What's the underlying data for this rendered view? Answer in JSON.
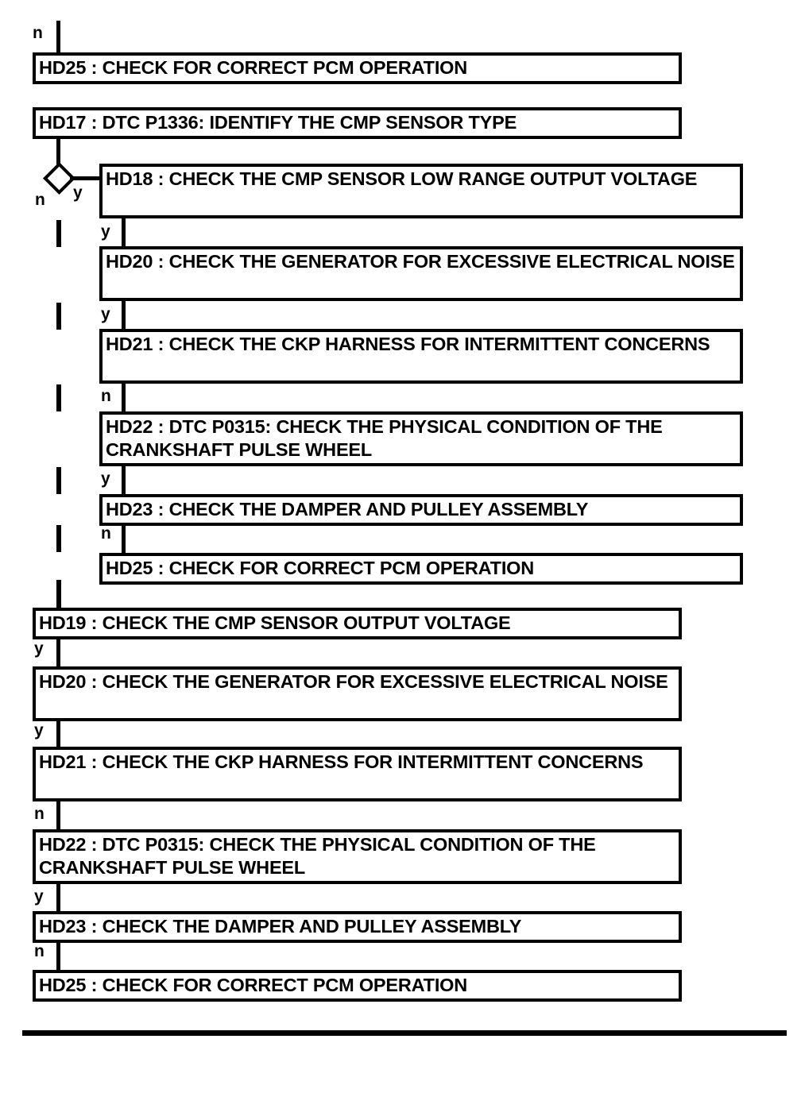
{
  "diagram": {
    "title": "PCM / CMP / CKP diagnostic flowchart",
    "ink_color": "#000000",
    "background_color": "#ffffff",
    "top_label": "n",
    "decision": {
      "no_label": "n",
      "yes_label": "y"
    },
    "nodes": {
      "hd25_top": "HD25 : CHECK FOR CORRECT PCM OPERATION",
      "hd17": "HD17 : DTC P1336: IDENTIFY THE CMP SENSOR TYPE",
      "hd18": "HD18 : CHECK THE CMP SENSOR LOW RANGE OUTPUT VOLTAGE",
      "hd20_a": "HD20 : CHECK THE GENERATOR FOR EXCESSIVE ELECTRICAL NOISE",
      "hd21_a": "HD21 : CHECK THE CKP HARNESS FOR INTERMITTENT CONCERNS",
      "hd22_a": "HD22 : DTC P0315: CHECK THE PHYSICAL CONDITION OF THE CRANKSHAFT PULSE WHEEL",
      "hd23_a": "HD23 : CHECK THE DAMPER AND PULLEY ASSEMBLY",
      "hd25_a": "HD25 : CHECK FOR CORRECT PCM OPERATION",
      "hd19": "HD19 : CHECK THE CMP SENSOR OUTPUT VOLTAGE",
      "hd20_b": "HD20 : CHECK THE GENERATOR FOR EXCESSIVE ELECTRICAL NOISE",
      "hd21_b": "HD21 : CHECK THE CKP HARNESS FOR INTERMITTENT CONCERNS",
      "hd22_b": "HD22 : DTC P0315: CHECK THE PHYSICAL CONDITION OF THE CRANKSHAFT PULSE WHEEL",
      "hd23_b": "HD23 : CHECK THE DAMPER AND PULLEY ASSEMBLY",
      "hd25_b": "HD25 : CHECK FOR CORRECT PCM OPERATION"
    },
    "edges": {
      "branch_a_18_20": "y",
      "branch_a_20_21": "y",
      "branch_a_21_22": "n",
      "branch_a_22_23": "y",
      "branch_a_23_25": "n",
      "branch_b_19_20": "y",
      "branch_b_20_21": "y",
      "branch_b_21_22": "n",
      "branch_b_22_23": "y",
      "branch_b_23_25": "n"
    }
  }
}
